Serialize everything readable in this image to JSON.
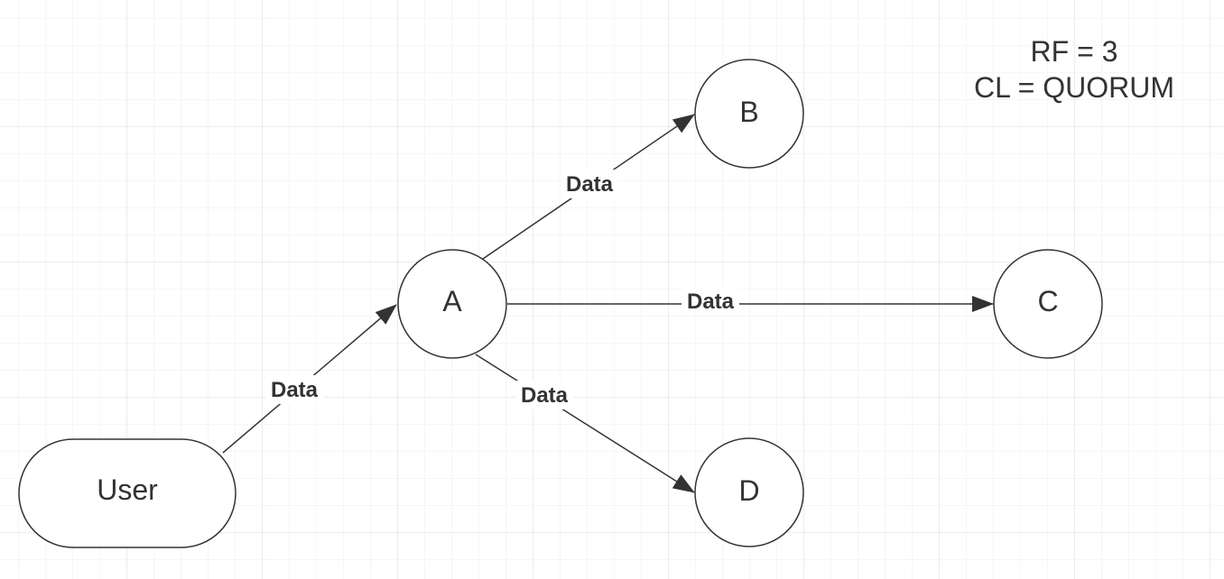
{
  "colors": {
    "background": "#ffffff",
    "grid_minor": "#eeeeee",
    "grid_major": "#d9d9d9",
    "stroke": "#333333",
    "node_fill": "#ffffff",
    "label_bg": "#ffffff"
  },
  "nodes": [
    {
      "id": "user",
      "label": "User",
      "shape": "rounded-rect"
    },
    {
      "id": "a",
      "label": "A",
      "shape": "circle"
    },
    {
      "id": "b",
      "label": "B",
      "shape": "circle"
    },
    {
      "id": "c",
      "label": "C",
      "shape": "circle"
    },
    {
      "id": "d",
      "label": "D",
      "shape": "circle"
    }
  ],
  "edges": [
    {
      "id": "user-a",
      "from": "user",
      "to": "a",
      "label": "Data"
    },
    {
      "id": "a-b",
      "from": "a",
      "to": "b",
      "label": "Data"
    },
    {
      "id": "a-c",
      "from": "a",
      "to": "c",
      "label": "Data"
    },
    {
      "id": "a-d",
      "from": "a",
      "to": "d",
      "label": "Data"
    }
  ],
  "note": {
    "line1": "RF = 3",
    "line2": "CL = QUORUM"
  }
}
